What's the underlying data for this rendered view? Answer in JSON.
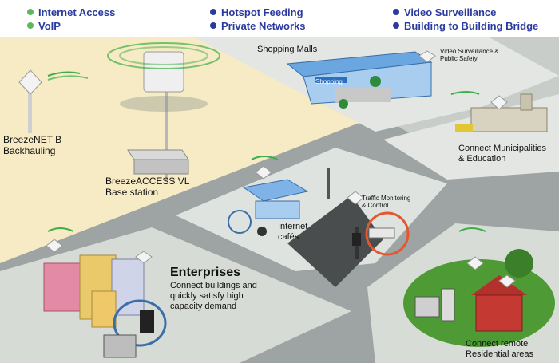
{
  "legend": [
    {
      "label": "Internet Access",
      "bullet": "green"
    },
    {
      "label": "VoIP",
      "bullet": "green"
    },
    {
      "label": "Hotspot Feeding",
      "bullet": "blue"
    },
    {
      "label": "Private Networks",
      "bullet": "blue"
    },
    {
      "label": "Video Surveillance",
      "bullet": "blue"
    },
    {
      "label": "Building to Building Bridge",
      "bullet": "blue"
    }
  ],
  "labels": {
    "breezenet_line1": "BreezeNET B",
    "breezenet_line2": "Backhauling",
    "base_line1": "BreezeACCESS VL",
    "base_line2": "Base station",
    "malls": "Shopping Malls",
    "video_line1": "Video Surveillance &",
    "video_line2": "Public Safety",
    "muni_line1": "Connect Municipalities",
    "muni_line2": "& Education",
    "traffic_line1": "Traffic Monitoring",
    "traffic_line2": "& Control",
    "cafe_line1": "Internet",
    "cafe_line2": "cafés",
    "ent_title": "Enterprises",
    "ent_line1": "Connect buildings and",
    "ent_line2": "quickly satisfy high",
    "ent_line3": "capacity demand",
    "res_line1": "Connect remote",
    "res_line2": "Residential areas",
    "sign": "Shopping"
  },
  "colors": {
    "legend_text": "#2b3a9e",
    "legend_bullet_green": "#5cb85c",
    "zone_cream": "#f6ebc4",
    "ground_gray": "#9ea3a3",
    "block_light": "#dfe3df",
    "road_dark": "#4a4d4d",
    "wave_green": "#3fae4a",
    "accent_orange": "#e4572e"
  }
}
